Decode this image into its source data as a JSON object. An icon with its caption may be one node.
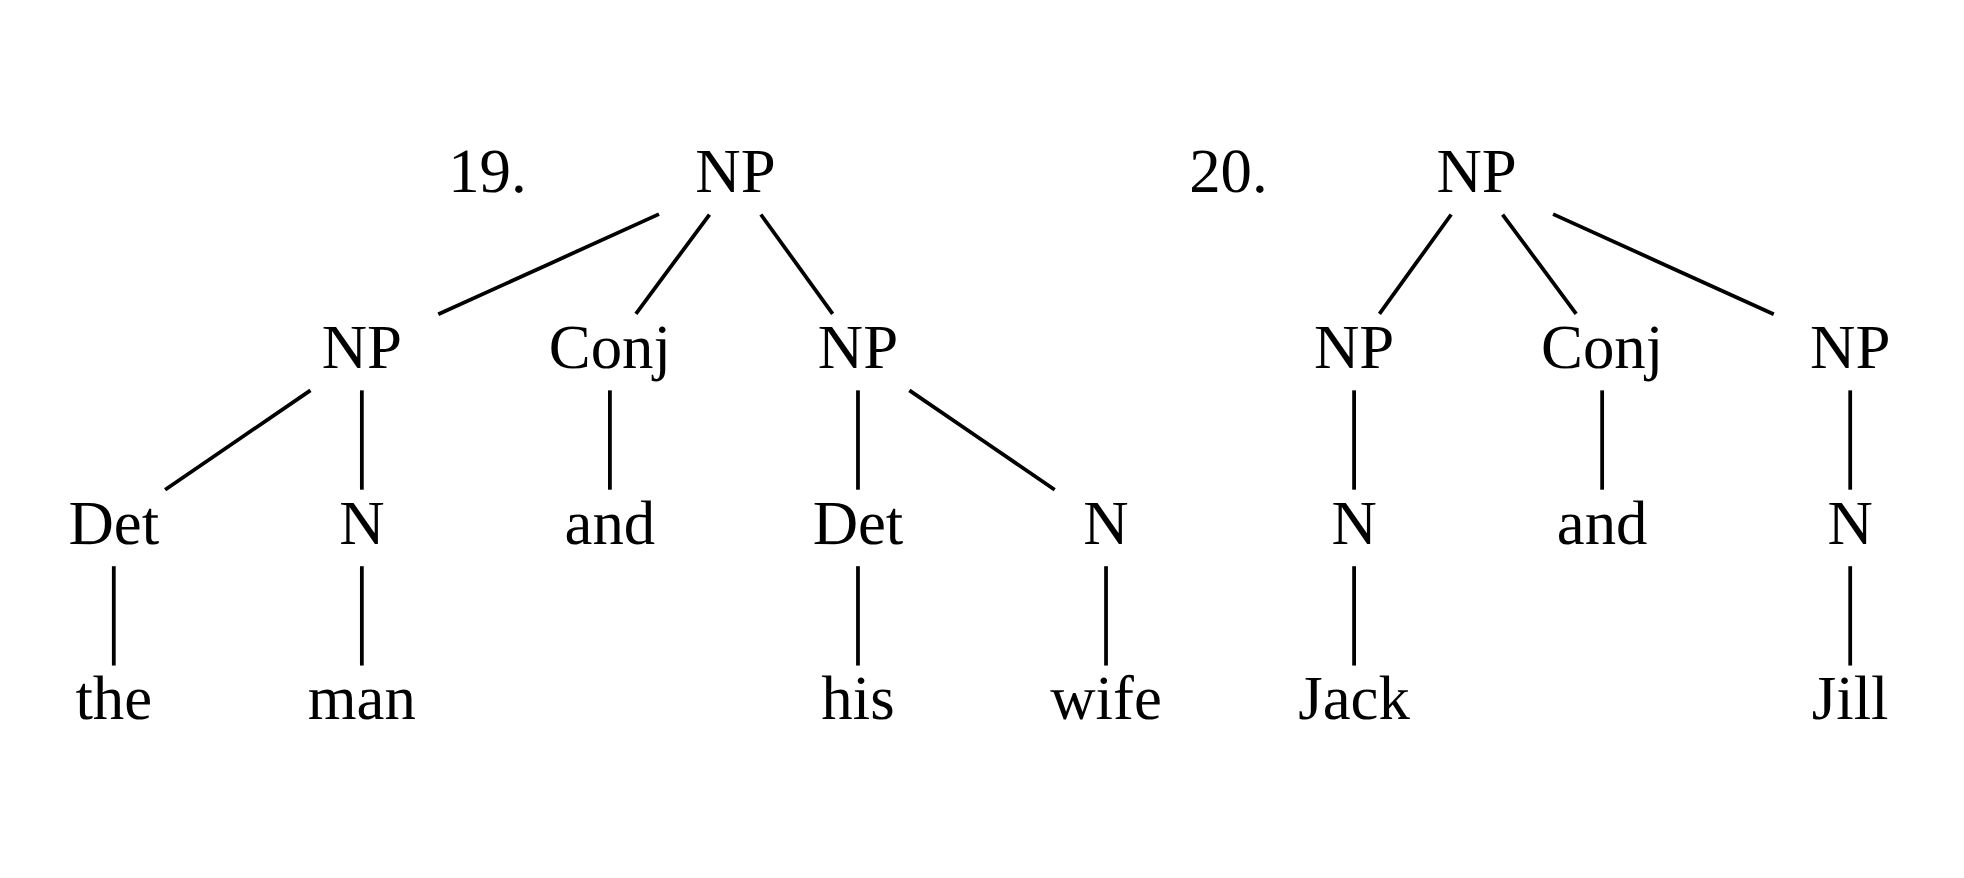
{
  "diagram": {
    "nodes": [
      {
        "text": [
          "NP"
        ]
      },
      {
        "text": [
          "NP"
        ]
      },
      {
        "text": [
          "Conj"
        ]
      },
      {
        "text": [
          "NP"
        ]
      },
      {
        "text": [
          "Det"
        ]
      },
      {
        "text": [
          "N"
        ]
      },
      {
        "text": [
          "Det"
        ]
      },
      {
        "text": [
          "N"
        ]
      },
      {
        "text": [
          "the"
        ]
      },
      {
        "text": [
          "man"
        ]
      },
      {
        "text": [
          "and"
        ]
      },
      {
        "text": [
          "his"
        ]
      },
      {
        "text": [
          "wife"
        ]
      },
      {
        "text": [
          "NP"
        ]
      },
      {
        "text": [
          "NP"
        ]
      },
      {
        "text": [
          "Conj"
        ]
      },
      {
        "text": [
          "NP"
        ]
      },
      {
        "text": [
          "N"
        ]
      },
      {
        "text": [
          "N"
        ]
      },
      {
        "text": [
          "Jack"
        ]
      },
      {
        "text": [
          "and"
        ]
      },
      {
        "text": [
          "Jill"
        ]
      }
    ],
    "edges": [
      {
        "from": 0,
        "to": 1,
        "arrow": "none"
      },
      {
        "from": 0,
        "to": 2,
        "arrow": "none"
      },
      {
        "from": 0,
        "to": 3,
        "arrow": "none"
      },
      {
        "from": 1,
        "to": 4,
        "arrow": "none"
      },
      {
        "from": 1,
        "to": 5,
        "arrow": "none"
      },
      {
        "from": 4,
        "to": 8,
        "arrow": "none"
      },
      {
        "from": 5,
        "to": 9,
        "arrow": "none"
      },
      {
        "from": 2,
        "to": 10,
        "arrow": "none"
      },
      {
        "from": 3,
        "to": 6,
        "arrow": "none"
      },
      {
        "from": 3,
        "to": 7,
        "arrow": "none"
      },
      {
        "from": 6,
        "to": 11,
        "arrow": "none"
      },
      {
        "from": 7,
        "to": 12,
        "arrow": "none"
      },
      {
        "from": 13,
        "to": 14,
        "arrow": "none"
      },
      {
        "from": 13,
        "to": 15,
        "arrow": "none"
      },
      {
        "from": 13,
        "to": 16,
        "arrow": "none"
      },
      {
        "from": 14,
        "to": 17,
        "arrow": "none"
      },
      {
        "from": 17,
        "to": 19,
        "arrow": "none"
      },
      {
        "from": 15,
        "to": 20,
        "arrow": "none"
      },
      {
        "from": 16,
        "to": 18,
        "arrow": "none"
      },
      {
        "from": 18,
        "to": 21,
        "arrow": "none"
      }
    ],
    "labels": [
      "19.",
      "20."
    ]
  }
}
